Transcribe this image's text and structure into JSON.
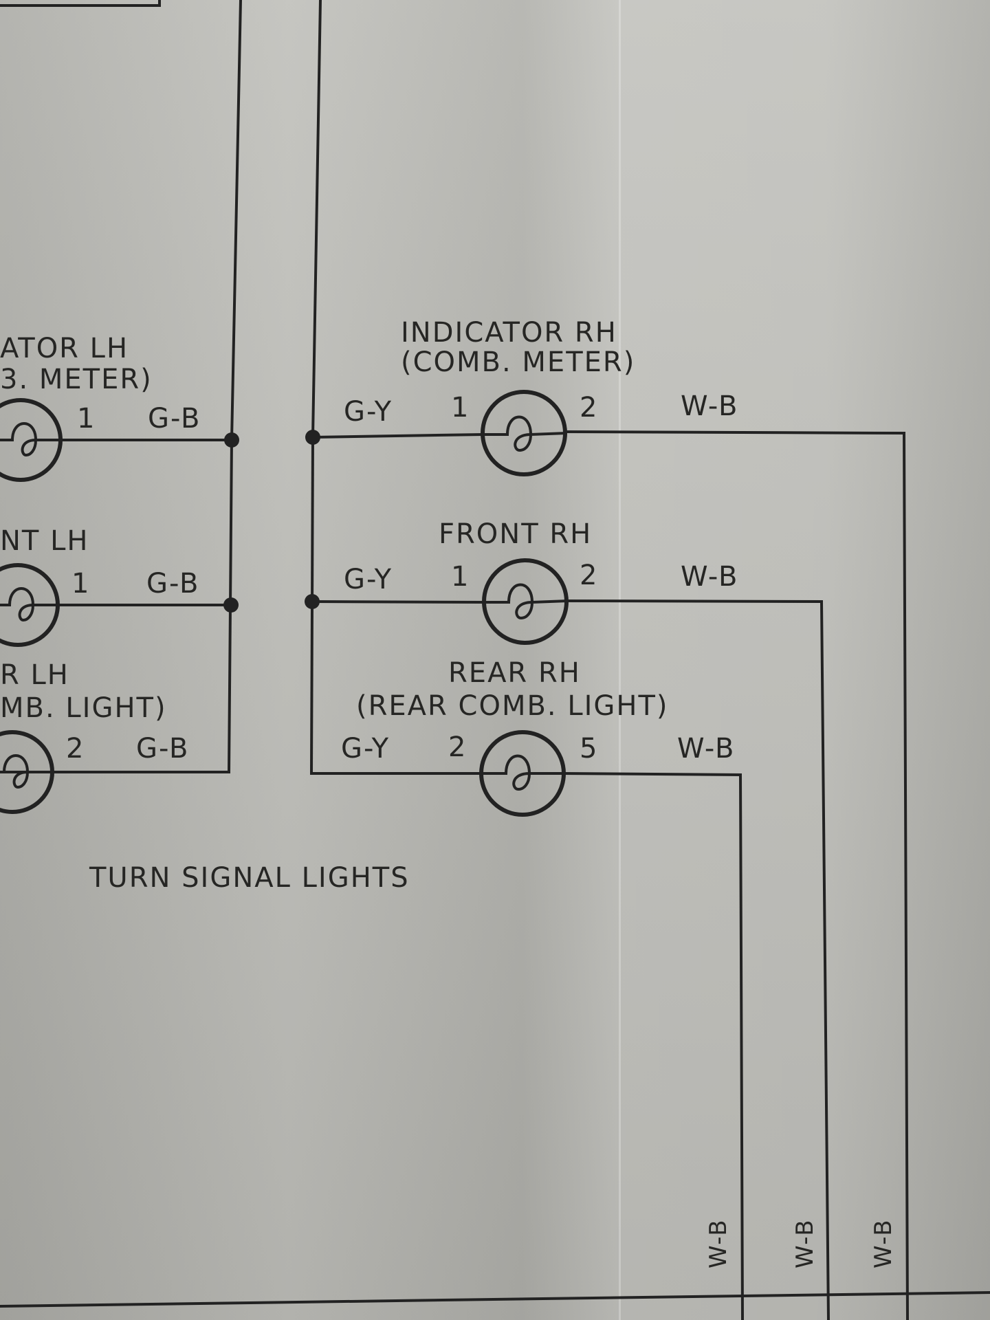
{
  "diagram_title": "TURN SIGNAL LIGHTS",
  "left_column": {
    "indicator_lh": {
      "name_line1": "ATOR LH",
      "name_line2": "3. METER)",
      "pin": "1",
      "wire": "G-B"
    },
    "front_lh": {
      "name_line1": "NT LH",
      "pin": "1",
      "wire": "G-B"
    },
    "rear_lh": {
      "name_line1": "R LH",
      "name_line2": "MB. LIGHT)",
      "pin": "2",
      "wire": "G-B"
    }
  },
  "right_column": {
    "indicator_rh": {
      "name_line1": "INDICATOR RH",
      "name_line2": "(COMB. METER)",
      "pin_in": "1",
      "pin_out": "2",
      "wire_in": "G-Y",
      "wire_out": "W-B"
    },
    "front_rh": {
      "name_line1": "FRONT RH",
      "pin_in": "1",
      "pin_out": "2",
      "wire_in": "G-Y",
      "wire_out": "W-B"
    },
    "rear_rh": {
      "name_line1": "REAR RH",
      "name_line2": "(REAR COMB. LIGHT)",
      "pin_in": "2",
      "pin_out": "5",
      "wire_in": "G-Y",
      "wire_out": "W-B"
    }
  },
  "ground_wires": [
    "W-B",
    "W-B",
    "W-B"
  ],
  "colors": {
    "ink": "#222222",
    "paper": "#bdbdb8"
  }
}
